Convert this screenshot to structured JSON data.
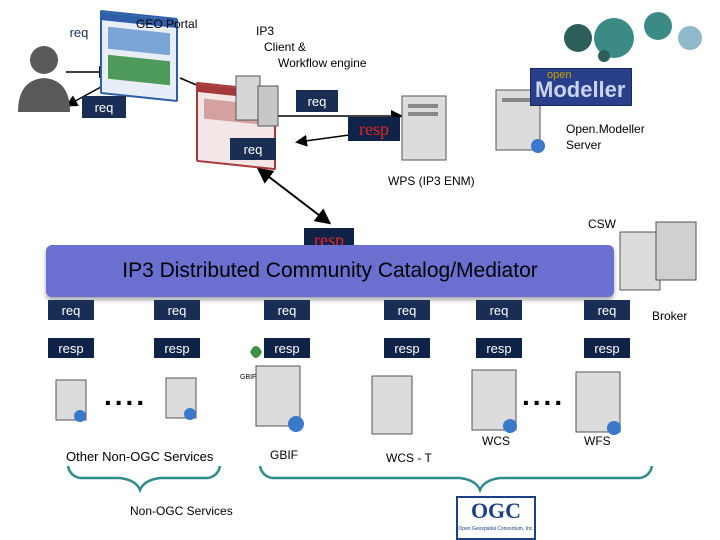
{
  "labels": {
    "geo_portal": "GEO Portal",
    "ip3_client_line1": "IP3",
    "ip3_client_line2": "Client &",
    "ip3_client_line3": "Workflow engine",
    "openmodeller_server_line1": "Open.Modeller",
    "openmodeller_server_line2": "Server",
    "wps": "WPS (IP3 ENM)",
    "csw": "CSW",
    "broker": "Broker",
    "other_non_ogc": "Other Non-OGC Services",
    "non_ogc": "Non-OGC Services",
    "gbif": "GBIF",
    "gbif_small": "GBIF",
    "wcs_t": "WCS - T",
    "wcs": "WCS",
    "wfs": "WFS",
    "dots": "....",
    "banner": "IP3 Distributed Community Catalog/Mediator"
  },
  "top_boxes": {
    "req_user": "req",
    "req_left": "req",
    "req_right": "req",
    "req_mid": "req",
    "resp_big_top": "resp",
    "resp_big_catalog": "resp"
  },
  "row_req": [
    "req",
    "req",
    "req",
    "req",
    "req",
    "req"
  ],
  "row_resp": [
    "resp",
    "resp",
    "resp",
    "resp",
    "resp",
    "resp"
  ],
  "logos": {
    "openmodeller_small": "open",
    "openmodeller_big": "Modeller",
    "ogc": "OGC",
    "ogc_sub": "Open Geospatial Consortium, Inc."
  },
  "colors": {
    "box_bg": "#1a2d55",
    "banner": "#6b6fd0",
    "resp_text": "#e42626",
    "arrow": "#000000"
  }
}
